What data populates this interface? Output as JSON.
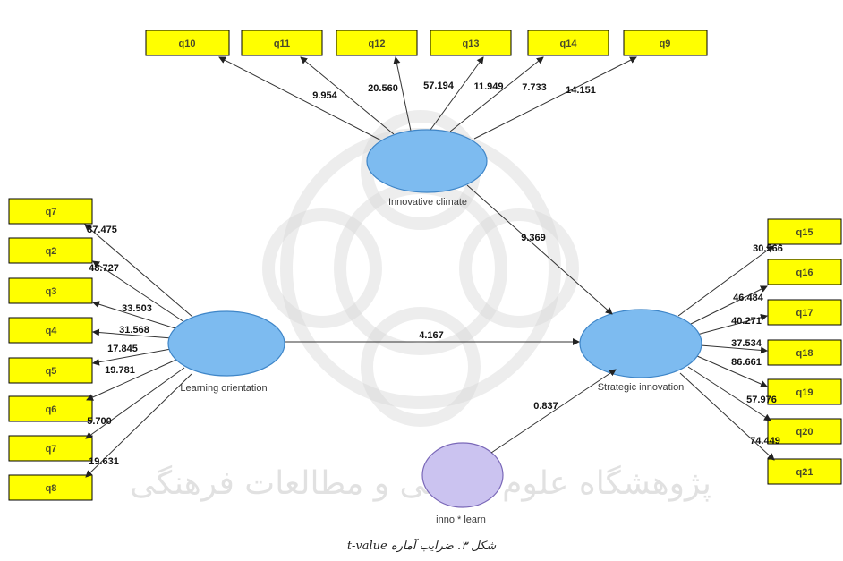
{
  "constructs": {
    "innovative_climate": "Innovative climate",
    "learning_orientation": "Learning orientation",
    "strategic_innovation": "Strategic innovation",
    "interaction": "inno * learn"
  },
  "indicators": {
    "top": [
      "q10",
      "q11",
      "q12",
      "q13",
      "q14",
      "q9"
    ],
    "left": [
      "q7",
      "q2",
      "q3",
      "q4",
      "q5",
      "q6",
      "q7",
      "q8"
    ],
    "right": [
      "q15",
      "q16",
      "q17",
      "q18",
      "q19",
      "q20",
      "q21"
    ]
  },
  "loadings": {
    "top": [
      "9.954",
      "20.560",
      "57.194",
      "11.949",
      "7.733",
      "14.151"
    ],
    "left": [
      "37.475",
      "48.727",
      "33.503",
      "31.568",
      "17.845",
      "19.781",
      "5.700",
      "19.631"
    ],
    "right": [
      "30.566",
      "46.484",
      "40.271",
      "37.534",
      "86.661",
      "57.976",
      "74.449"
    ]
  },
  "paths": {
    "climate_to_strategic": "9.369",
    "learning_to_strategic": "4.167",
    "interaction_to_strategic": "0.837"
  },
  "caption": "شکل ۳. ضرایب آماره t-value",
  "watermark": "پژوهشگاه علوم انسانی و مطالعات فرهنگی",
  "colors": {
    "indicator_box": "#ffff00",
    "construct_ellipse": "#7dbbf0",
    "interaction_ellipse": "#cbc3f0"
  }
}
